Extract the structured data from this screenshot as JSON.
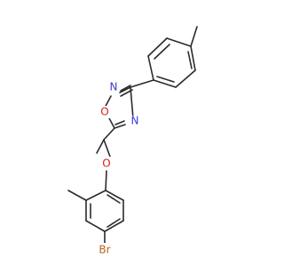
{
  "molecule": {
    "atoms": [
      {
        "name": "atom-label-n-top",
        "text": "N",
        "color": "#3b3bd9"
      },
      {
        "name": "atom-label-o-ring",
        "text": "O",
        "color": "#d62020"
      },
      {
        "name": "atom-label-n-right",
        "text": "N",
        "color": "#3b3bd9"
      },
      {
        "name": "atom-label-o-ether",
        "text": "O",
        "color": "#d62020"
      },
      {
        "name": "atom-label-br",
        "text": "Br",
        "color": "#b5651d"
      }
    ]
  }
}
